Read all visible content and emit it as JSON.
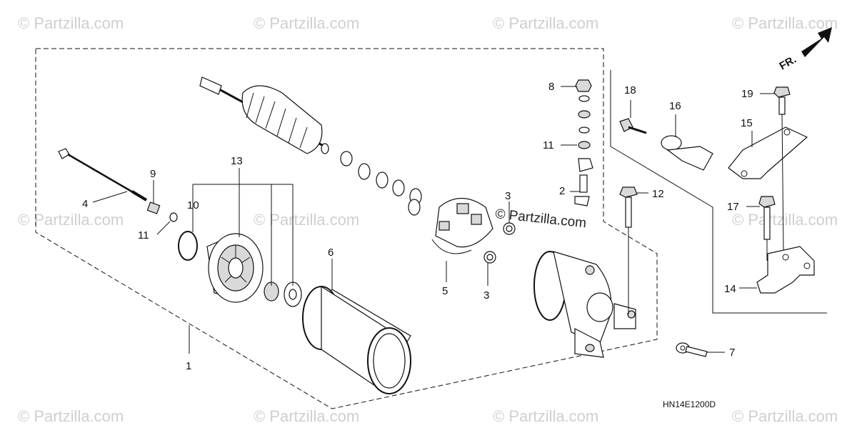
{
  "watermark_text": "© Partzilla.com",
  "center_watermark_text": "© Partzilla.com",
  "diagram_code": "HN14E1200D",
  "front_indicator": "FR.",
  "callouts": {
    "c1": "1",
    "c2": "2",
    "c3a": "3",
    "c3b": "3",
    "c4": "4",
    "c5": "5",
    "c6": "6",
    "c7": "7",
    "c8": "8",
    "c9": "9",
    "c10": "10",
    "c11a": "11",
    "c11b": "11",
    "c12": "12",
    "c13": "13",
    "c14": "14",
    "c15": "15",
    "c16": "16",
    "c17": "17",
    "c18": "18",
    "c19": "19"
  }
}
